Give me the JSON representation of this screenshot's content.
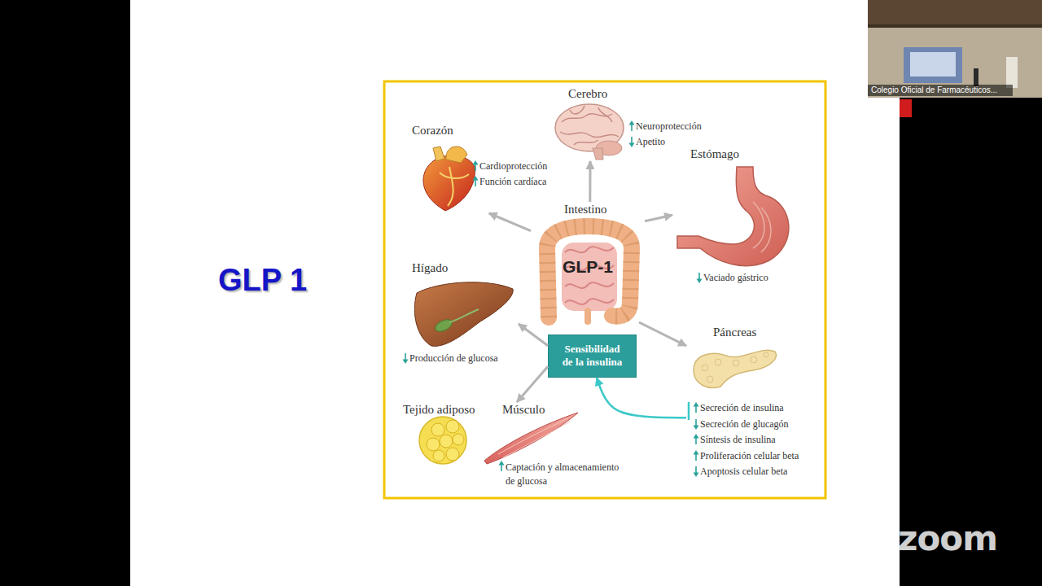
{
  "diagram": {
    "title": "GLP 1",
    "nodes": [
      {
        "text": [
          "Cerebro",
          "Neuroprotección",
          "Apetito"
        ]
      },
      {
        "text": [
          "Corazón",
          "Cardioprotección",
          "Función cardíaca"
        ]
      },
      {
        "text": [
          "Estómago",
          "Vaciado gástrico"
        ]
      },
      {
        "text": [
          "Intestino",
          "GLP-1"
        ]
      },
      {
        "text": [
          "Hígado",
          "Producción de glucosa"
        ]
      },
      {
        "text": [
          "Sensibilidad de la insulina"
        ]
      },
      {
        "text": [
          "Páncreas",
          "Secreción de insulina",
          "Secreción de glucagón",
          "Síntesis de insulina",
          "Proliferación celular beta",
          "Apoptosis celular beta"
        ]
      },
      {
        "text": [
          "Tejido adiposo"
        ]
      },
      {
        "text": [
          "Músculo",
          "Captación y almacenamiento de glucosa"
        ]
      }
    ],
    "edges": [
      {
        "from": 3,
        "to": 0,
        "arrow": "to"
      },
      {
        "from": 3,
        "to": 1,
        "arrow": "to"
      },
      {
        "from": 3,
        "to": 2,
        "arrow": "to"
      },
      {
        "from": 3,
        "to": 6,
        "arrow": "to"
      },
      {
        "from": 5,
        "to": 4,
        "arrow": "to"
      },
      {
        "from": 5,
        "to": 8,
        "arrow": "to"
      },
      {
        "from": 6,
        "to": 5,
        "arrow": "to"
      }
    ],
    "labels": [
      "Colegio Oficial de Farmacéuticos...",
      "zoom"
    ]
  }
}
